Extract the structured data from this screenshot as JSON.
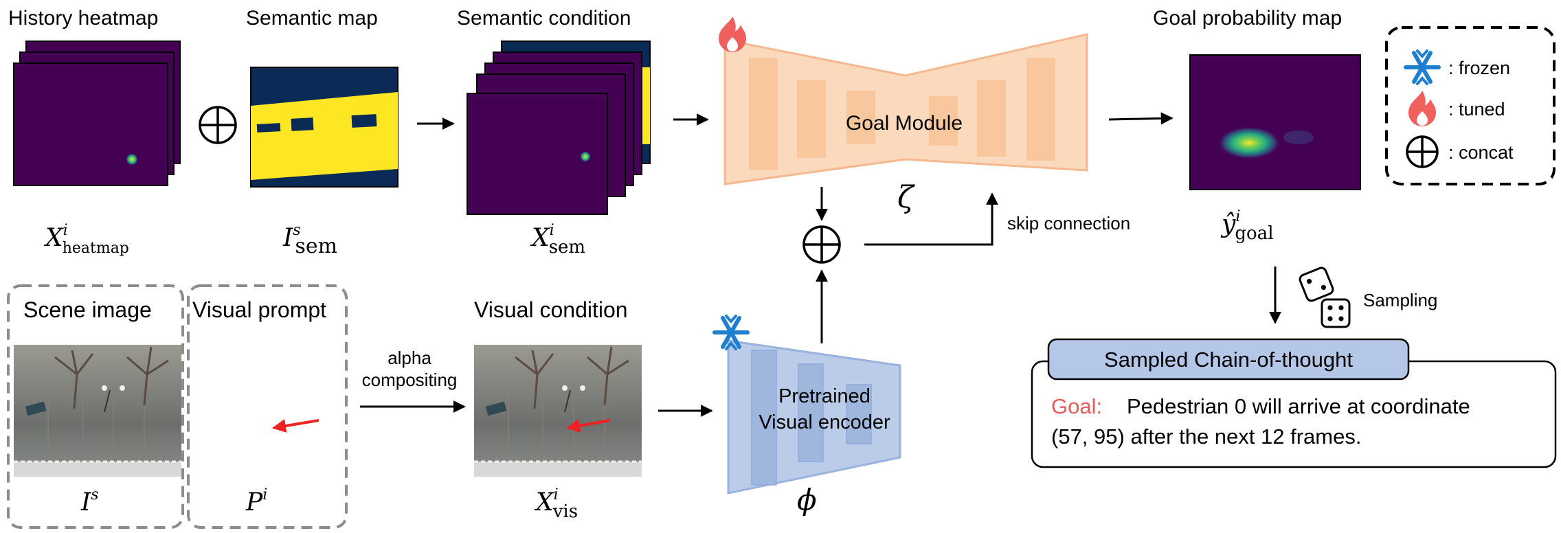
{
  "history": {
    "title": "History heatmap",
    "sym": "X",
    "sup": "i",
    "sub": "heatmap"
  },
  "semantic_map": {
    "title": "Semantic map",
    "sym": "I",
    "sup": "s",
    "sub": "sem"
  },
  "semantic_condition": {
    "title": "Semantic condition",
    "sym": "X",
    "sup": "i",
    "sub": "sem"
  },
  "goal_module": {
    "label": "Goal Module",
    "sym": "ζ"
  },
  "skip_connection": "skip connection",
  "goal_map": {
    "title": "Goal probability map",
    "sym": "ŷ",
    "sup": "i",
    "sub": "goal"
  },
  "legend": {
    "frozen": ": frozen",
    "tuned": ": tuned",
    "concat": ": concat"
  },
  "scene_image": {
    "title": "Scene image",
    "sym": "I",
    "sup": "s"
  },
  "visual_prompt": {
    "title": "Visual prompt",
    "sym": "P",
    "sup": "i"
  },
  "alpha": {
    "line1": "alpha",
    "line2": "compositing"
  },
  "visual_condition": {
    "title": "Visual condition",
    "sym": "X",
    "sup": "i",
    "sub": "vis"
  },
  "encoder": {
    "line1": "Pretrained",
    "line2": "Visual encoder",
    "sym": "ϕ"
  },
  "sampling": "Sampling",
  "cot": {
    "title": "Sampled Chain-of-thought",
    "goal_label": "Goal:",
    "line1": "Pedestrian 0 will arrive at coordinate",
    "line2": "(57, 95) after the next 12 frames."
  },
  "colors": {
    "heatmap_bg": "#440154",
    "road_yellow": "#fde725",
    "navy": "#0b2a55",
    "goal_orange": "#fbd5b5",
    "goal_orange_stroke": "#f4b183",
    "encoder_blue": "#b4c7e7",
    "encoder_stroke": "#8faadc",
    "cot_blue": "#b4c7e7",
    "goal_red": "#e85a5a",
    "arrow_red": "#ee2222"
  },
  "icons": {
    "frozen": "snowflake-icon",
    "tuned": "flame-icon",
    "concat": "concat-icon",
    "sampling": "dice-icon"
  }
}
